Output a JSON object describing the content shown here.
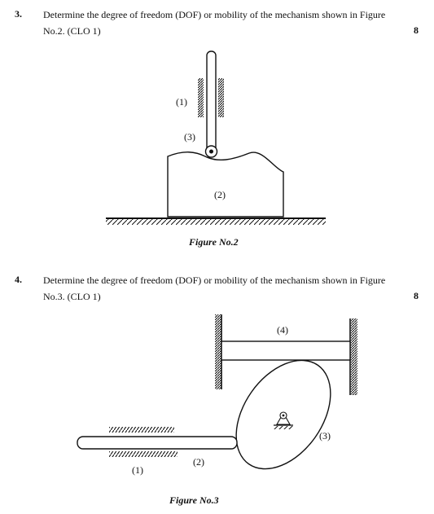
{
  "q3": {
    "number": "3.",
    "line1": "Determine the degree of freedom (DOF) or mobility of the mechanism shown in Figure",
    "line2": "No.2. (CLO 1)",
    "marks": "8",
    "labels": {
      "l1": "(1)",
      "l2": "(2)",
      "l3": "(3)"
    },
    "caption": "Figure No.2"
  },
  "q4": {
    "number": "4.",
    "line1": "Determine the degree of freedom (DOF) or mobility of the mechanism shown in Figure",
    "line2": "No.3. (CLO 1)",
    "marks": "8",
    "labels": {
      "l1": "(1)",
      "l2": "(2)",
      "l3": "(3)",
      "l4": "(4)"
    },
    "caption": "Figure No.3"
  }
}
